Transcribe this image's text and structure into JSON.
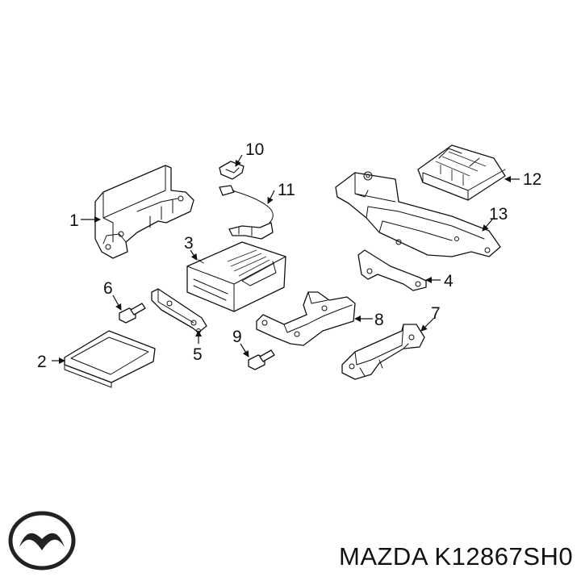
{
  "callouts": [
    {
      "id": "p1",
      "label": "1"
    },
    {
      "id": "p2",
      "label": "2"
    },
    {
      "id": "p3",
      "label": "3"
    },
    {
      "id": "p4",
      "label": "4"
    },
    {
      "id": "p5",
      "label": "5"
    },
    {
      "id": "p6",
      "label": "6"
    },
    {
      "id": "p7",
      "label": "7"
    },
    {
      "id": "p8",
      "label": "8"
    },
    {
      "id": "p9",
      "label": "9"
    },
    {
      "id": "p10",
      "label": "10"
    },
    {
      "id": "p11",
      "label": "11"
    },
    {
      "id": "p12",
      "label": "12"
    },
    {
      "id": "p13",
      "label": "13"
    }
  ],
  "caption": "MAZDA K12867SH0",
  "logo": {
    "icon": "mazda-logo-icon",
    "color": "#222222"
  }
}
